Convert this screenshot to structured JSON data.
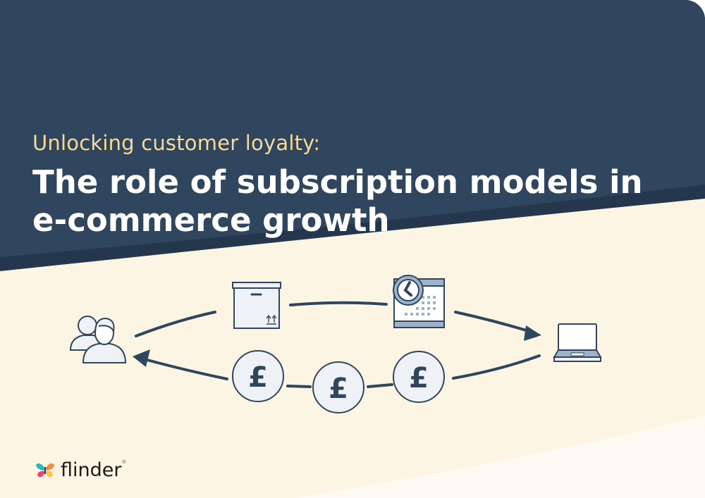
{
  "header": {
    "subtitle": "Unlocking customer loyalty:",
    "title_line1": "The role of subscription models in",
    "title_line2": "e-commerce growth"
  },
  "illustration": {
    "icons": [
      "users-icon",
      "box-icon",
      "calendar-clock-icon",
      "laptop-icon",
      "pound-coin-icon",
      "pound-coin-icon",
      "pound-coin-icon"
    ],
    "coin_symbol": "£"
  },
  "brand": {
    "name": "flinder",
    "reg": "®"
  },
  "colors": {
    "navy": "#30455e",
    "cream": "#fdf5e3",
    "accent_yellow": "#f6d99b",
    "icon_fill": "#eef2f7",
    "icon_blue": "#9db3cc"
  }
}
